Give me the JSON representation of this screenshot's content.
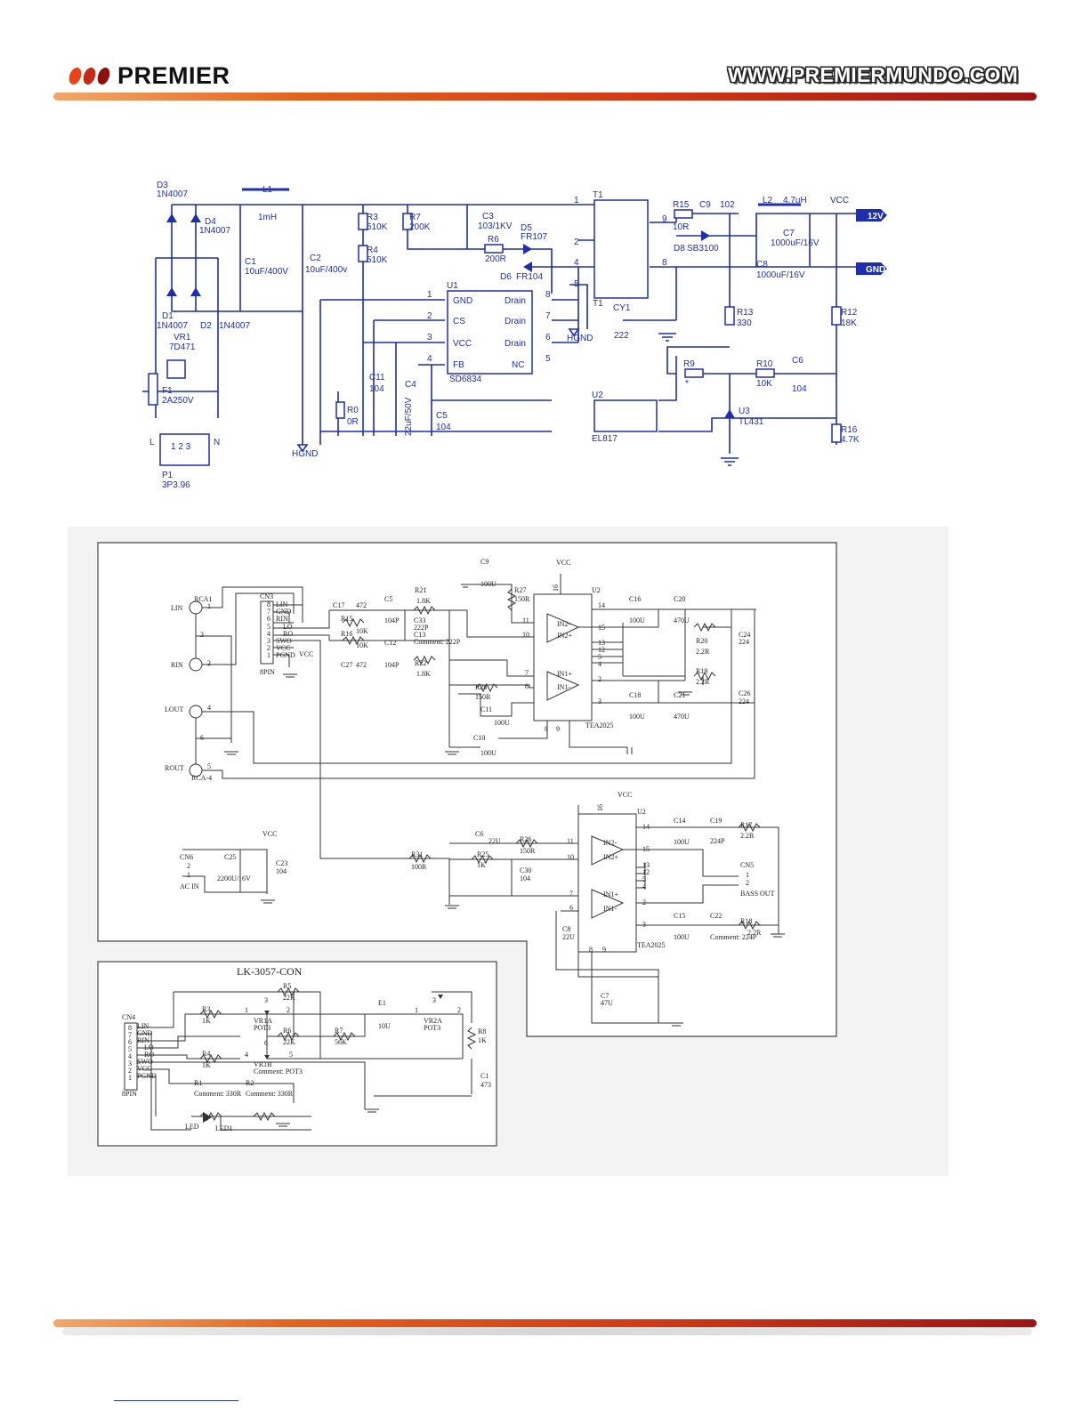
{
  "header": {
    "brand": "PREMIER",
    "website": "WWW.PREMIERMUNDO.COM",
    "dot_colors": [
      "#e8441a",
      "#c52a17",
      "#8b1010"
    ]
  },
  "psu": {
    "d3": "D3",
    "d3v": "1N4007",
    "d4": "D4",
    "d4v": "1N4007",
    "d1": "D1",
    "d1v": "1N4007",
    "d2": "D2",
    "d2v": "1N4007",
    "vr1": "VR1",
    "vr1v": "7D471",
    "f1": "F1",
    "f1v": "2A250V",
    "p1": "P1",
    "p1v": "3P3.96",
    "pin_l": "L",
    "pin_n": "N",
    "p1_pins": "1  2  3",
    "l1": "L1",
    "l1v": "1mH",
    "c1": "C1",
    "c1v": "10uF/400V",
    "c2": "C2",
    "c2v": "10uF/400v",
    "r3": "R3",
    "r3v": "510K",
    "r4": "R4",
    "r4v": "510K",
    "r7": "R7",
    "r7v": "200K",
    "c3": "C3",
    "c3v": "103/1KV",
    "r6": "R6",
    "r6v": "200R",
    "d5": "D5",
    "d5v": "FR107",
    "d6": "D6",
    "d6v": "FR104",
    "u1": "U1",
    "u1v": "SD6834",
    "pin_gnd": "GND",
    "pin_cs": "CS",
    "pin_vcc": "VCC",
    "pin_fb": "FB",
    "pin_drain": "Drain",
    "pin_nc": "NC",
    "n1": "1",
    "n2": "2",
    "n3": "3",
    "n4": "4",
    "n5": "5",
    "n6": "6",
    "n7": "7",
    "n8": "8",
    "n9": "9",
    "c11": "C11",
    "c11v": "104",
    "c4": "C4",
    "c4v": "22uF/50V",
    "r0": "R0",
    "r0v": "0R",
    "c5": "C5",
    "c5v": "104",
    "hgnd": "HGND",
    "t1": "T1",
    "cy1": "CY1",
    "cy1v": "222",
    "r15": "R15",
    "r15v": "10R",
    "c9": "C9",
    "c9v": "102",
    "d8": "D8",
    "d8v": "SB3100",
    "l2": "L2",
    "l2v": "4.7uH",
    "vcc": "VCC",
    "c7": "C7",
    "c7v": "1000uF/16V",
    "c8": "C8",
    "c8v": "1000uF/16V",
    "out_12v": "12V",
    "out_gnd": "GND",
    "r13": "R13",
    "r13v": "330",
    "r12": "R12",
    "r12v": "18K",
    "r9": "R9",
    "r9v": "*",
    "r10": "R10",
    "r10v": "10K",
    "c6": "C6",
    "c6v": "104",
    "u2": "U2",
    "u2v": "EL817",
    "u3": "U3",
    "u3v": "TL431",
    "r16": "R16",
    "r16v": "4.7K"
  },
  "amp": {
    "rca1": "RCA1",
    "rca4": "RCA-4",
    "lin": "LIN",
    "rin": "RIN",
    "lout": "LOUT",
    "rout": "ROUT",
    "cn3": "CN3",
    "spin": "8PIN",
    "vcc": "VCC",
    "conn_labels": [
      "LIN",
      "GND",
      "RIN",
      "LO",
      "RO",
      "SWO",
      "VCC",
      "PGND"
    ],
    "conn_nums": [
      "8",
      "7",
      "6",
      "5",
      "4",
      "3",
      "2",
      "1"
    ],
    "c17": "C17",
    "c17v": "472",
    "c27": "C27",
    "c27v": "472",
    "r15": "R15",
    "r15v": "10K",
    "r16": "R16",
    "r16v": "10K",
    "c5": "C5",
    "c5v": "104P",
    "c12": "C12",
    "c12v": "104P",
    "r21": "R21",
    "r21v": "1.8K",
    "r22": "R22",
    "r22v": "1.8K",
    "c33": "C33",
    "c33v": "222P",
    "c13": "C13",
    "c13v": "Comment: 222P",
    "c9": "C9",
    "c9v": "100U",
    "r27": "R27",
    "r27v": "150R",
    "r28": "R28",
    "r28v": "150R",
    "c11": "C11",
    "c11v": "100U",
    "c10": "C10",
    "c10v": "100U",
    "u2": "U2",
    "tea": "TEA2025",
    "in2m": "IN2-",
    "in2p": "IN2+",
    "in1p": "IN1+",
    "in1m": "IN1-",
    "c16": "C16",
    "c16v": "100U",
    "c20": "C20",
    "c20v": "470U",
    "c18": "C18",
    "c18v": "100U",
    "c21": "C21",
    "c21v": "470U",
    "r20": "R20",
    "r20v": "2.2R",
    "r19": "R19",
    "r19v": "2.2R",
    "c24": "C24",
    "c24v": "224",
    "c26": "C26",
    "c26v": "224",
    "cn6": "CN6",
    "acin": "AC IN",
    "c25": "C25",
    "c25v": "2200U/16V",
    "c23": "C23",
    "c23v": "104",
    "r31": "R31",
    "r31v": "100R",
    "c6": "C6",
    "c6v": "22U",
    "r25": "R25",
    "r25v": "1K",
    "r26": "R26",
    "r26v": "150R",
    "c30": "C30",
    "c30v": "104",
    "c8": "C8",
    "c8v": "22U",
    "c7": "C7",
    "c7v": "47U",
    "c14": "C14",
    "c14v": "100U",
    "c19": "C19",
    "c19v": "224P",
    "r17": "R17",
    "r17v": "2.2R",
    "c15": "C15",
    "c15v": "100U",
    "c22": "C22",
    "c22v": "Comment: 224P",
    "r18": "R18",
    "r18v": "2.2R",
    "cn5": "CN5",
    "bassout": "BASS OUT",
    "pins": [
      "16",
      "11",
      "10",
      "7",
      "6",
      "14",
      "15",
      "13",
      "12",
      "5",
      "4",
      "2",
      "3",
      "8",
      "9",
      "1"
    ]
  },
  "con": {
    "title": "LK-3057-CON",
    "cn4": "CN4",
    "spin": "8PIN",
    "conn_labels": [
      "LIN",
      "GND",
      "RIN",
      "LO",
      "RO",
      "SWO",
      "VCC",
      "PGND"
    ],
    "conn_nums": [
      "8",
      "7",
      "6",
      "5",
      "4",
      "3",
      "2",
      "1"
    ],
    "r5": "R5",
    "r5v": "22K",
    "r6": "R6",
    "r6v": "22K",
    "r3": "R3",
    "r3v": "1K",
    "r4": "R4",
    "r4v": "1K",
    "vr1a": "VR1A",
    "vr1b": "VR1B",
    "pot3": "POT3",
    "pot3c": "Comment: POT3",
    "r7": "R7",
    "r7v": "56K",
    "e1": "E1",
    "e1v": "10U",
    "vr2a": "VR2A",
    "r8": "R8",
    "r8v": "1K",
    "c1": "C1",
    "c1v": "473",
    "r1": "R1",
    "r1v": "Comment: 330R",
    "r2": "R2",
    "r2v": "Comment: 330R",
    "led": "LED",
    "led1": "LED1",
    "pins": [
      "1",
      "2",
      "3",
      "4",
      "5",
      "6"
    ]
  }
}
